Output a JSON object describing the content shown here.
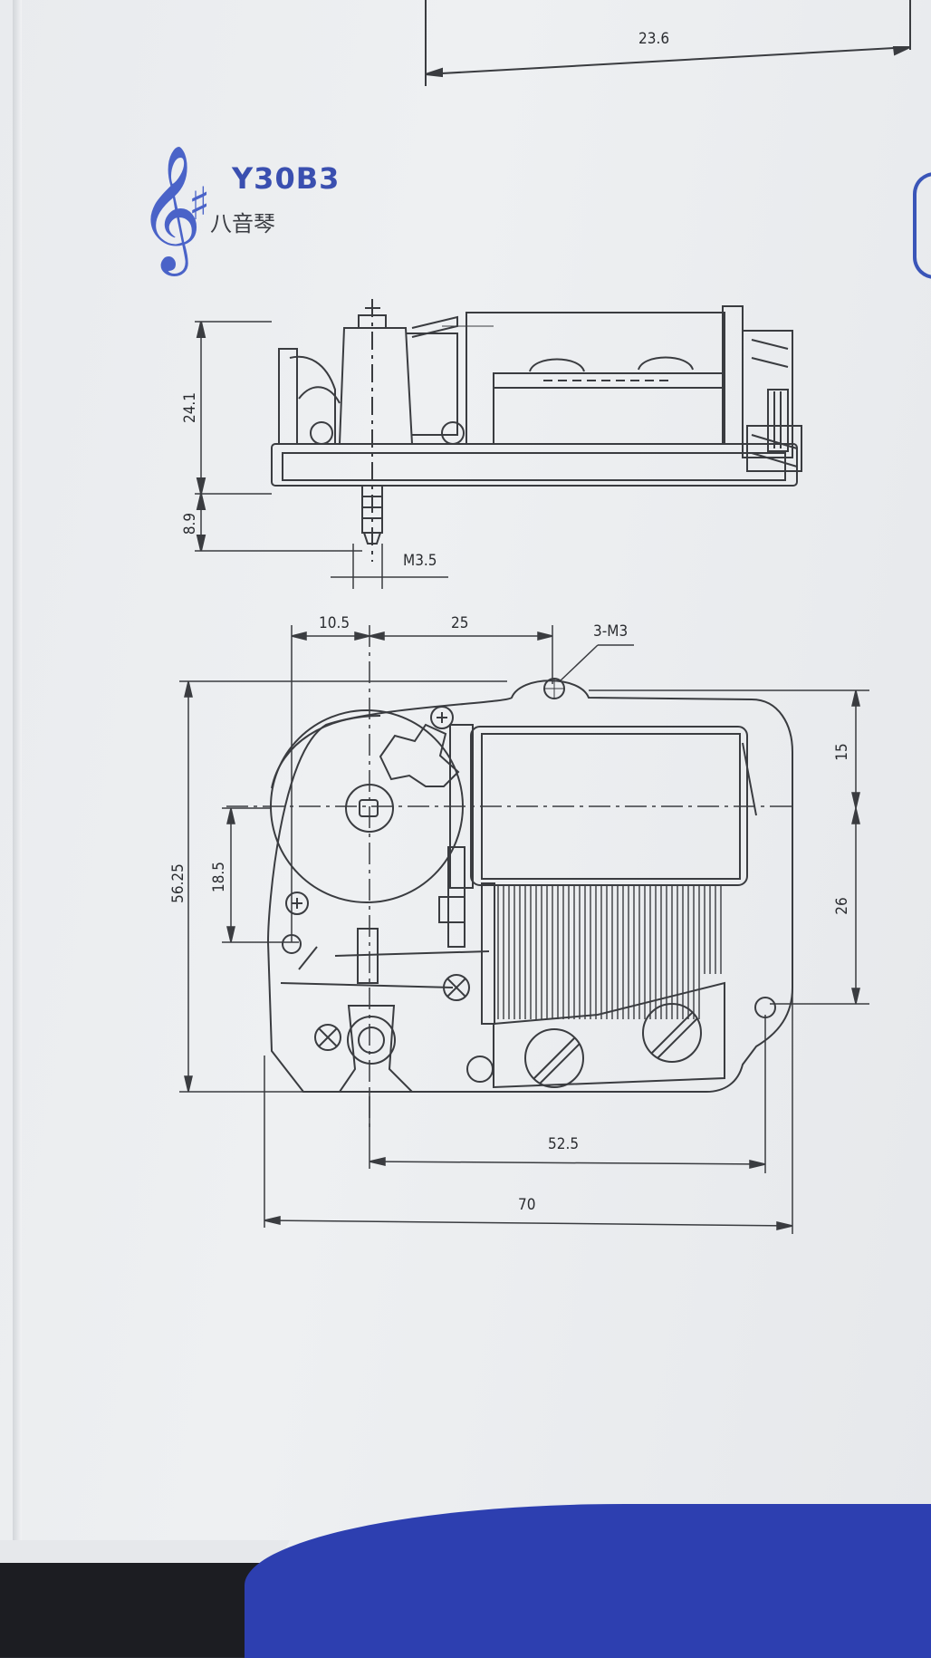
{
  "header": {
    "model": "Y30B3",
    "name": "八音琴",
    "clef_icon": "treble-clef-icon",
    "sharp_icon": "sharp-icon",
    "accent_color": "#3a4fb0"
  },
  "dimensions": {
    "top_width": "23.6",
    "side_height": "24.1",
    "shaft_length": "8.9",
    "shaft_thread": "M3.5",
    "offset_left": "10.5",
    "offset_mid": "25",
    "holes": "3-M3",
    "total_height": "56.25",
    "inner_height": "18.5",
    "right_upper": "15",
    "right_lower": "26",
    "hole_span": "52.5",
    "total_width": "70"
  }
}
